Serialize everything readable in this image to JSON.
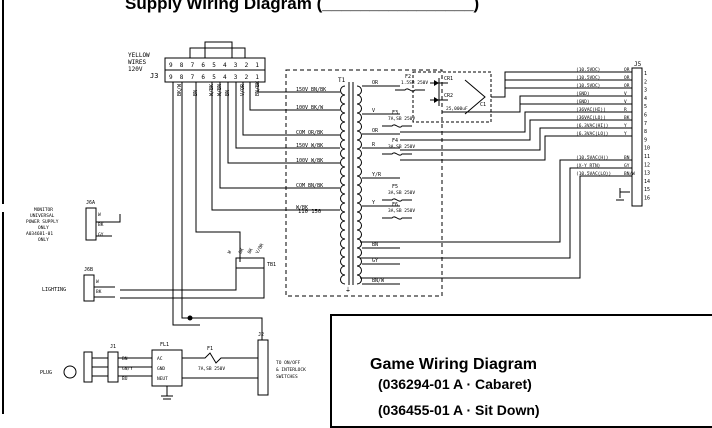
{
  "header": {
    "partial_title": "Supply Wiring Diagram (________________)"
  },
  "title_block": {
    "title": "Game Wiring Diagram",
    "line2": "(036294-01 A · Cabaret)",
    "line3": "(036455-01 A · Sit Down)"
  },
  "connectors": {
    "j3": "J3",
    "j5": "J5",
    "j6a": "J6A",
    "j6b": "J6B",
    "j1": "J1",
    "j2": "J2",
    "fl1": "FL1",
    "t1": "T1",
    "tb1": "TB1",
    "xfmr_pin": "110 150"
  },
  "yellow_wires_note": [
    "YELLOW",
    "WIRES",
    "120V"
  ],
  "j3_pins_top": [
    "9",
    "8",
    "7",
    "6",
    "5",
    "4",
    "3",
    "2",
    "1"
  ],
  "j3_pins_bottom": [
    "9",
    "8",
    "7",
    "6",
    "5",
    "4",
    "3",
    "2",
    "1"
  ],
  "j3_wire_labels": [
    "BK/W",
    "BN",
    "W/BK",
    "W/BN",
    "BN",
    "V/OR",
    "BN/BK"
  ],
  "transformer_taps": [
    "150V BN/BK",
    "100V BK/W",
    "COM OR/BK",
    "150V W/BK",
    "100V W/BK",
    "COM BN/BK",
    "W/BK"
  ],
  "secondary_labels": [
    "OR",
    "V",
    "OR",
    "R",
    "Y/R",
    "Y",
    "BN",
    "GY",
    "BN/W"
  ],
  "fuses": [
    {
      "id": "F2",
      "rating": "1.5SB 250V"
    },
    {
      "id": "F3",
      "rating": "7A,SB 250V"
    },
    {
      "id": "F4",
      "rating": "3A,SB 250V"
    },
    {
      "id": "F5",
      "rating": "3A,SB 250V"
    },
    {
      "id": "F6",
      "rating": "3A,SB 250V"
    },
    {
      "id": "F1",
      "rating": "7A,SB 250V"
    }
  ],
  "rectifier": {
    "cr1": "CR1",
    "cr2": "CR2",
    "c1": "C1",
    "cap": "25,000uF"
  },
  "j5_outputs": [
    {
      "label": "(10.5VDC)",
      "code": "OR"
    },
    {
      "label": "(10.5VDC)",
      "code": "OR"
    },
    {
      "label": "(10.5VDC)",
      "code": "OR"
    },
    {
      "label": "(GND)",
      "code": "V"
    },
    {
      "label": "(GND)",
      "code": "V"
    },
    {
      "label": "(36VAC(HI))",
      "code": "R"
    },
    {
      "label": "(36VAC(LO))",
      "code": "BK"
    },
    {
      "label": "(6.3VAC(HI))",
      "code": "Y"
    },
    {
      "label": "(6.3VAC(LO))",
      "code": "Y"
    },
    {
      "label": "",
      "code": ""
    },
    {
      "label": "(10.5VAC(H))",
      "code": "BN"
    },
    {
      "label": "(X-Y RTN)",
      "code": "GY"
    },
    {
      "label": "(10.5VAC(LO))",
      "code": "BN/W"
    }
  ],
  "j5_pins": [
    "1",
    "2",
    "3",
    "4",
    "5",
    "6",
    "7",
    "8",
    "9",
    "10",
    "11",
    "12",
    "13",
    "14",
    "15",
    "16"
  ],
  "monitor_note": [
    "MONITOR",
    "UNIVERSAL",
    "POWER SUPPLY",
    "ONLY",
    "A034681-01",
    "ONLY"
  ],
  "lighting_label": "LIGHTING",
  "plug_label": "PLUG",
  "j1_wires": [
    "BN",
    "GN/Y",
    "BU"
  ],
  "fl1_pins": [
    "AC",
    "GND",
    "NEUT"
  ],
  "j2_note": [
    "TO ON/OFF",
    "& INTERLOCK",
    "SWITCHES"
  ],
  "tb1_wires": [
    "W",
    "BK",
    "BK",
    "V/OR"
  ],
  "misc": {
    "j6_w": "W",
    "j6_bk": "BK",
    "j6a_w": "W",
    "j6a_bk": "BK",
    "j6a_gy": "GY"
  }
}
